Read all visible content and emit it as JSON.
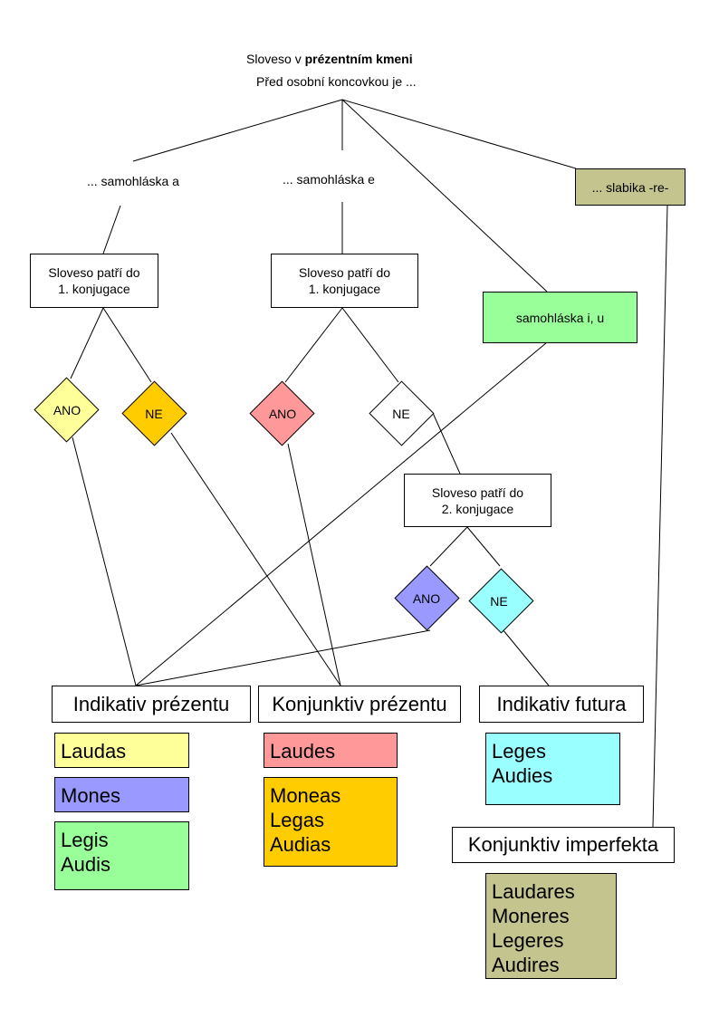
{
  "header": {
    "line1_prefix": "Sloveso v ",
    "line1_bold": "prézentním kmeni",
    "line2": "Před osobní koncovkou je ..."
  },
  "branches": {
    "a": "... samohláska a",
    "e": "... samohláska e",
    "re": "... slabika -re-",
    "iu": "samohláska i, u"
  },
  "questions": {
    "q1a_line1": "Sloveso patří do",
    "q1a_line2": "1. konjugace",
    "q1e_line1": "Sloveso patří do",
    "q1e_line2": "1. konjugace",
    "q2_line1": "Sloveso patří do",
    "q2_line2": "2. konjugace"
  },
  "decisions": {
    "a_yes": "ANO",
    "a_no": "NE",
    "e_yes": "ANO",
    "e_no": "NE",
    "c2_yes": "ANO",
    "c2_no": "NE"
  },
  "results": {
    "ind_praes": "Indikativ prézentu",
    "conj_praes": "Konjunktiv prézentu",
    "ind_fut": "Indikativ futura",
    "conj_impf": "Konjunktiv imperfekta"
  },
  "examples": {
    "laudas": [
      "Laudas"
    ],
    "mones": [
      "Mones"
    ],
    "legis_audis": [
      "Legis",
      "Audis"
    ],
    "laudes": [
      "Laudes"
    ],
    "moneas": [
      "Moneas",
      "Legas",
      "Audias"
    ],
    "leges": [
      "Leges",
      "Audies"
    ],
    "laudares": [
      "Laudares",
      "Moneres",
      "Legeres",
      "Audires"
    ]
  },
  "colors": {
    "yellow_light": "#ffff99",
    "orange": "#ffcc00",
    "red_light": "#ff9999",
    "blue_violet": "#9999ff",
    "cyan_light": "#99ffff",
    "green_light": "#99ff99",
    "khaki": "#c4c48f",
    "white": "#ffffff"
  }
}
